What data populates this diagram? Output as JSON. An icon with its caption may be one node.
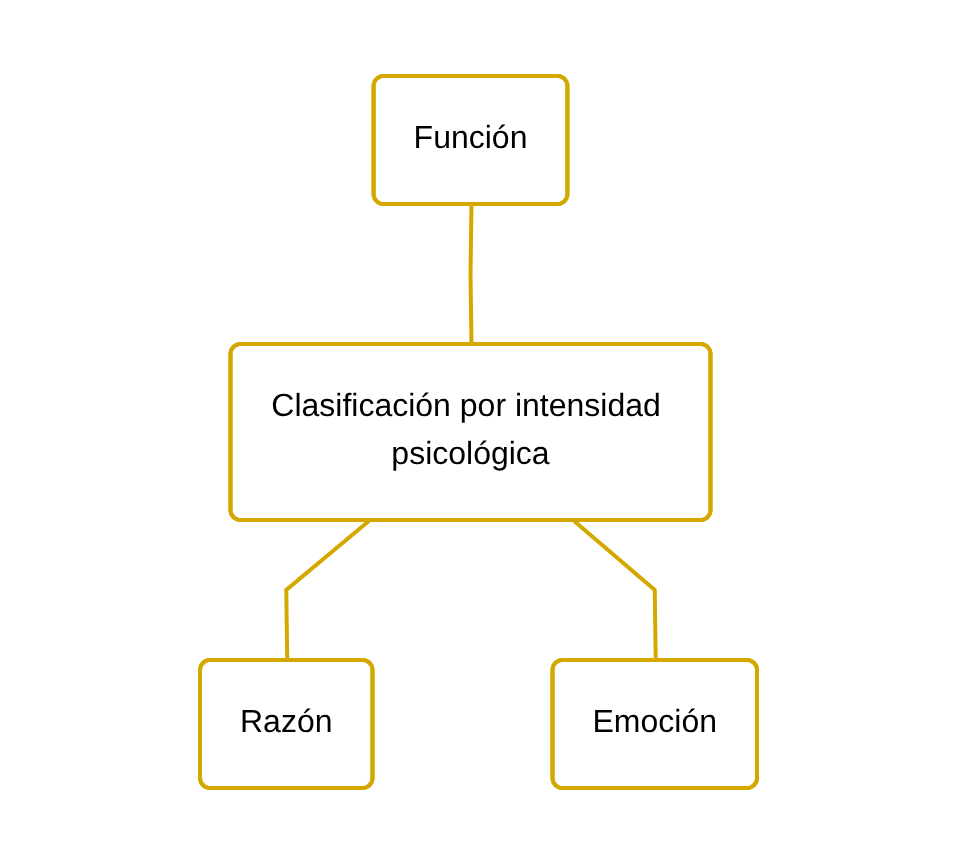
{
  "diagram": {
    "nodes": [
      {
        "text": [
          "Función"
        ]
      },
      {
        "text": [
          "Clasificación por intensidad psicológica"
        ]
      },
      {
        "text": [
          "Razón"
        ]
      },
      {
        "text": [
          "Emoción"
        ]
      }
    ],
    "edges": [
      {
        "from": 0,
        "to": 1,
        "arrow": "none"
      },
      {
        "from": 1,
        "to": 2,
        "arrow": "none"
      },
      {
        "from": 1,
        "to": 3,
        "arrow": "none"
      }
    ]
  }
}
